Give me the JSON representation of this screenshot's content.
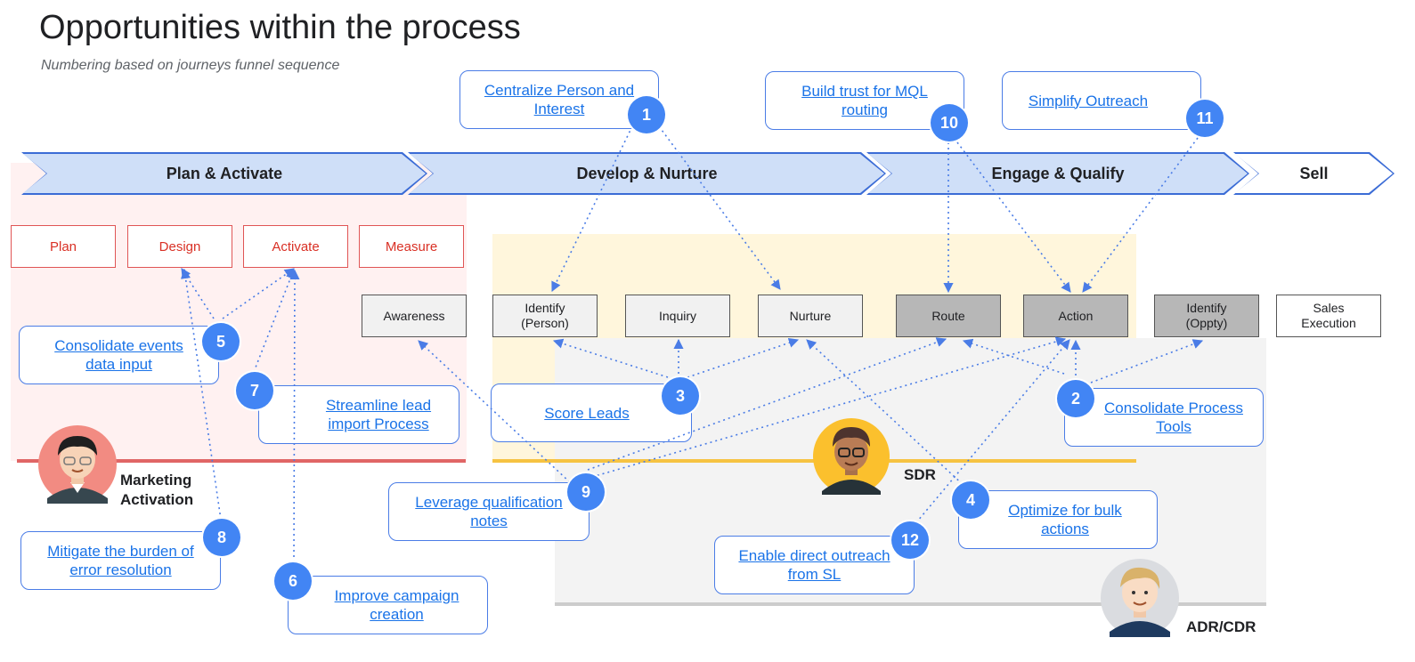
{
  "title": "Opportunities within the process",
  "subtitle": "Numbering based on journeys funnel sequence",
  "phases": [
    "Plan & Activate",
    "Develop & Nurture",
    "Engage & Qualify",
    "Sell"
  ],
  "steps": [
    "Plan",
    "Design",
    "Activate",
    "Measure"
  ],
  "stages": [
    "Awareness",
    "Identify\n(Person)",
    "Inquiry",
    "Nurture",
    "Route",
    "Action",
    "Identify\n(Oppty)",
    "Sales\nExecution"
  ],
  "opportunities": {
    "o1": "Centralize Person and Interest",
    "o2": "Consolidate Process Tools",
    "o3": "Score Leads",
    "o4": "Optimize for bulk actions",
    "o5": "Consolidate events data input",
    "o6": "Improve campaign creation",
    "o7": "Streamline lead import Process",
    "o8": "Mitigate the burden of error resolution",
    "o9": "Leverage qualification notes",
    "o10": "Build trust for MQL routing",
    "o11": "Simplify Outreach",
    "o12": "Enable direct outreach from SL"
  },
  "badges": {
    "b1": "1",
    "b2": "2",
    "b3": "3",
    "b4": "4",
    "b5": "5",
    "b6": "6",
    "b7": "7",
    "b8": "8",
    "b9": "9",
    "b10": "10",
    "b11": "11",
    "b12": "12"
  },
  "personas": {
    "marketing": "Marketing\nActivation",
    "sdr": "SDR",
    "adr": "ADR/CDR"
  },
  "colors": {
    "phase_fill": "#cfdff8",
    "phase_border": "#3b6cd6",
    "connector": "#4a7ce6",
    "badge": "#4285f4",
    "step_border": "#e05555",
    "marketing_zone": "#fff1f1",
    "sdr_zone": "#fff6dc",
    "adr_zone": "#f3f3f3",
    "marketing_rule": "#e06666",
    "sdr_rule": "#f6c342",
    "adr_rule": "#cccccc"
  }
}
